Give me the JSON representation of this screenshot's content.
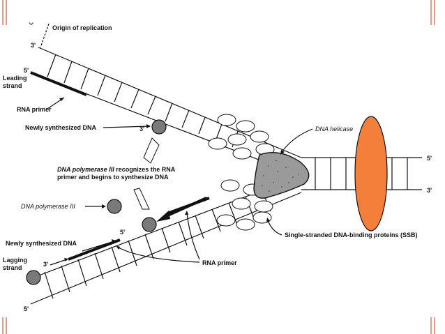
{
  "slide": {
    "chevron_glyph": "⌄",
    "colors": {
      "side_bar": "#e89a86",
      "helicase_fill": "#9a9a9a",
      "polymerase_fill": "#7a7a7a",
      "topo_fill": "#f47f3a",
      "strand": "#111111"
    }
  },
  "diagram": {
    "origin": "Origin of replication",
    "leading": [
      "Leading",
      "strand"
    ],
    "lagging": [
      "Lagging",
      "strand"
    ],
    "rna_primer_left": "RNA primer",
    "newly_synth_top": "Newly synthesized DNA",
    "newly_synth_bottom": "Newly synthesized DNA",
    "dna_helicase": "DNA helicase",
    "pol_recognizes_italic": "DNA polymerase III",
    "pol_recognizes_rest": " recognizes the RNA",
    "pol_recognizes_line2": "primer and begins to synthesize DNA",
    "dna_pol_iii": "DNA polymerase III",
    "ssb": "Single-stranded DNA-binding proteins (SSB)",
    "rna_primer_bottom": "RNA primer",
    "prime3_top": "3'",
    "prime5_top": "5'",
    "prime3_ball": "3'",
    "prime5_right_top": "5'",
    "prime3_right": "3'",
    "prime5_lower": "5'",
    "prime3_lagging": "3'",
    "prime5_bottom": "5'"
  }
}
